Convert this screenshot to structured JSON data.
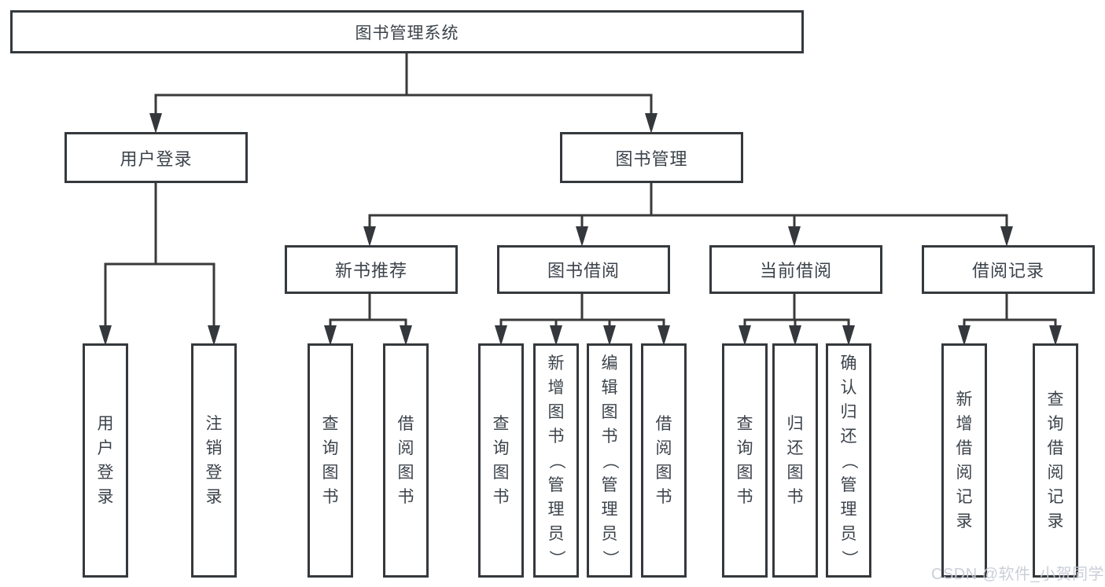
{
  "diagram": {
    "root": {
      "label": "图书管理系统",
      "children": [
        {
          "label": "用户登录",
          "children": [
            {
              "label": "用户登录"
            },
            {
              "label": "注销登录"
            }
          ]
        },
        {
          "label": "图书管理",
          "children": [
            {
              "label": "新书推荐",
              "children": [
                {
                  "label": "查询图书"
                },
                {
                  "label": "借阅图书"
                }
              ]
            },
            {
              "label": "图书借阅",
              "children": [
                {
                  "label": "查询图书"
                },
                {
                  "label": "新增图书（管理员）"
                },
                {
                  "label": "编辑图书（管理员）"
                },
                {
                  "label": "借阅图书"
                }
              ]
            },
            {
              "label": "当前借阅",
              "children": [
                {
                  "label": "查询图书"
                },
                {
                  "label": "归还图书"
                },
                {
                  "label": "确认归还（管理员）"
                }
              ]
            },
            {
              "label": "借阅记录",
              "children": [
                {
                  "label": "新增借阅记录"
                },
                {
                  "label": "查询借阅记录"
                }
              ]
            }
          ]
        }
      ]
    },
    "colors": {
      "line": "#3a3a3a",
      "border": "#35393d",
      "text": "#3c434b",
      "background": "#ffffff"
    }
  },
  "watermark": {
    "text": "CSDN @软件_小贺同学"
  }
}
